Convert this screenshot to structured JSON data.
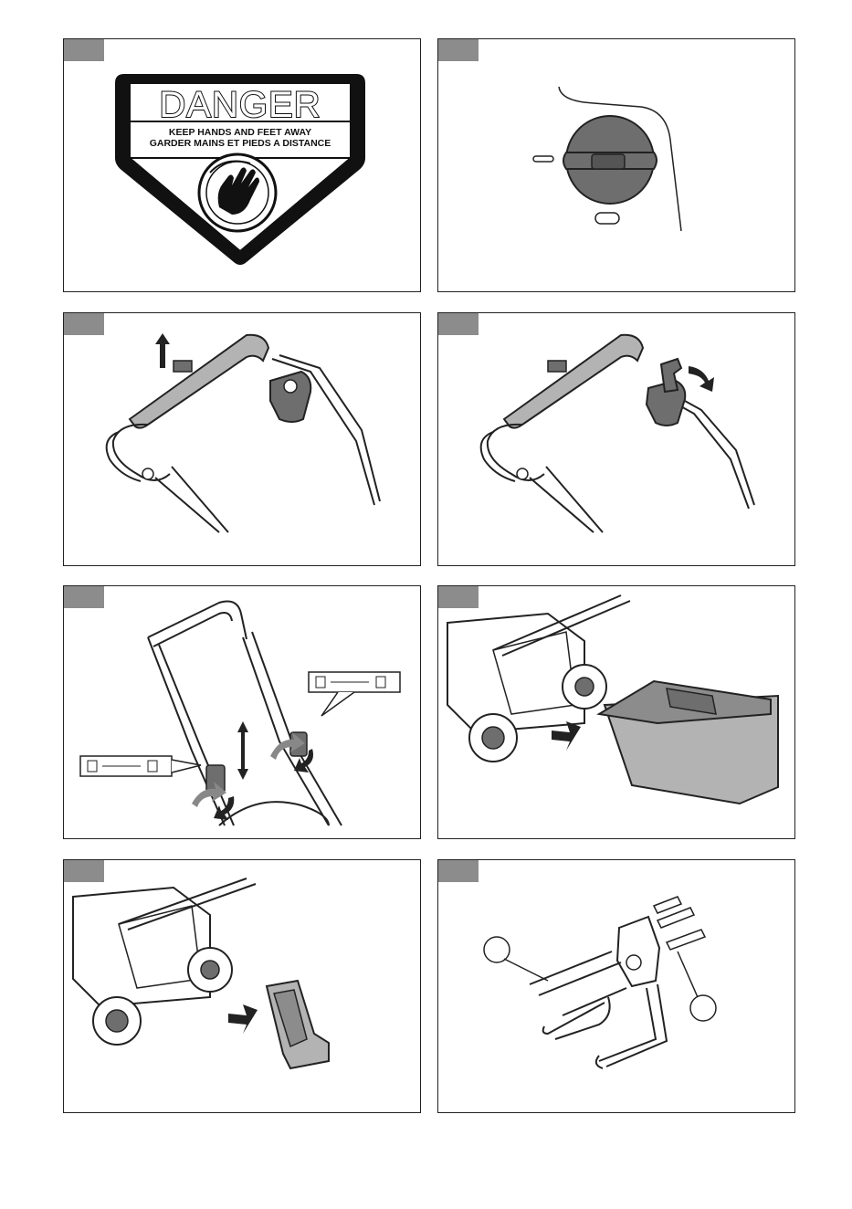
{
  "sign": {
    "word": "DANGER",
    "line1": "KEEP HANDS AND FEET AWAY",
    "line2": "GARDER MAINS ET PIEDS A DISTANCE"
  },
  "colors": {
    "tab": "#8c8c8c",
    "outline": "#222222",
    "grey_fill": "#b3b3b3",
    "dark_grey": "#6e6e6e"
  },
  "icons": [
    "danger-sign",
    "hand-icon",
    "height-knob-icon",
    "lock-symbol-icon",
    "unlock-symbol-icon",
    "arrow-icon"
  ]
}
